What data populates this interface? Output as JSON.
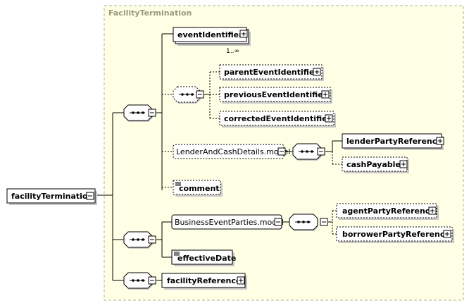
{
  "complex_type": "FacilityTermination",
  "root": "facilityTermination",
  "elements": {
    "eventIdentifier": "eventIdentifier",
    "cardinality": "1..∞",
    "parentEventIdentifier": "parentEventIdentifier",
    "previousEventIdentifier": "previousEventIdentifier",
    "correctedEventIdentifier": "correctedEventIdentifier",
    "lenderAndCashDetails": "LenderAndCashDetails.model",
    "lenderPartyReference": "lenderPartyReference",
    "cashPayable": "cashPayable",
    "comment": "comment",
    "businessEventParties": "BusinessEventParties.model",
    "agentPartyReference": "agentPartyReference",
    "borrowerPartyReference": "borrowerPartyReference",
    "effectiveDate": "effectiveDate",
    "facilityReference": "facilityReference"
  },
  "colors": {
    "type_area_fill": "#ffffe5",
    "type_area_border": "#b0b090",
    "node_fill": "#ffffff",
    "shadow": "#c8c8c8",
    "line": "#000000"
  }
}
